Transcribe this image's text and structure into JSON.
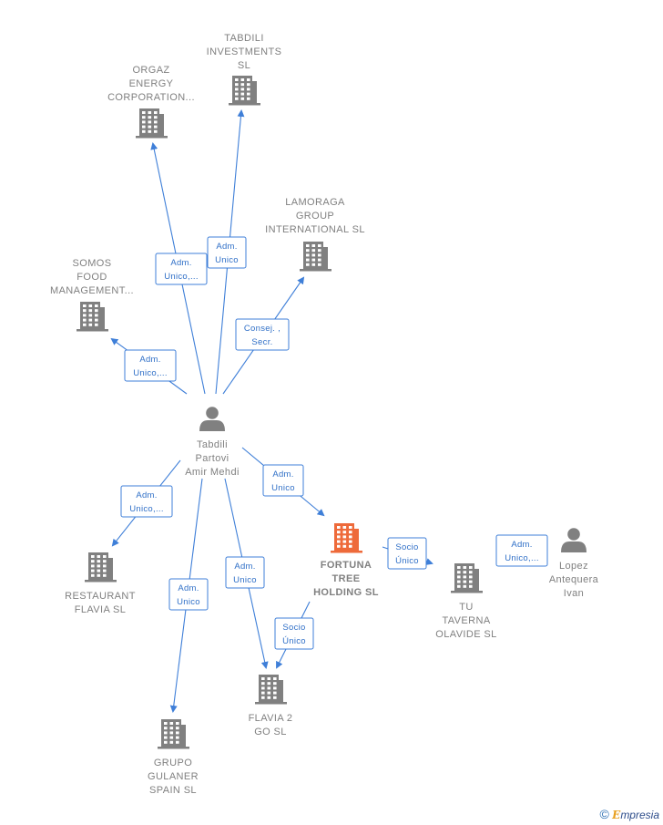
{
  "colors": {
    "edge": "#3f7fd8",
    "node": "#808080",
    "highlight": "#ee6a3a"
  },
  "nodes": [
    {
      "id": "tabdili",
      "kind": "person",
      "icon": "person-icon",
      "lines": [
        "Tabdili",
        "Partovi",
        "Amir Mehdi"
      ]
    },
    {
      "id": "orgaz",
      "kind": "company",
      "icon": "building-icon",
      "lines": [
        "ORGAZ",
        "ENERGY",
        "CORPORATION..."
      ]
    },
    {
      "id": "tabdili_inv",
      "kind": "company",
      "icon": "building-icon",
      "lines": [
        "TABDILI",
        "INVESTMENTS",
        "SL"
      ]
    },
    {
      "id": "lamoraga",
      "kind": "company",
      "icon": "building-icon",
      "lines": [
        "LAMORAGA",
        "GROUP",
        "INTERNATIONAL SL"
      ]
    },
    {
      "id": "somos",
      "kind": "company",
      "icon": "building-icon",
      "lines": [
        "SOMOS",
        "FOOD",
        "MANAGEMENT..."
      ]
    },
    {
      "id": "restaurant",
      "kind": "company",
      "icon": "building-icon",
      "lines": [
        "RESTAURANT",
        "FLAVIA  SL"
      ]
    },
    {
      "id": "fortuna",
      "kind": "company-main",
      "icon": "building-icon",
      "lines": [
        "FORTUNA",
        "TREE",
        "HOLDING  SL"
      ]
    },
    {
      "id": "tu_taverna",
      "kind": "company",
      "icon": "building-icon",
      "lines": [
        "TU",
        "TAVERNA",
        "OLAVIDE  SL"
      ]
    },
    {
      "id": "lopez",
      "kind": "person",
      "icon": "person-icon",
      "lines": [
        "Lopez",
        "Antequera",
        "Ivan"
      ]
    },
    {
      "id": "flavia2go",
      "kind": "company",
      "icon": "building-icon",
      "lines": [
        "FLAVIA 2",
        "GO  SL"
      ]
    },
    {
      "id": "gulaner",
      "kind": "company",
      "icon": "building-icon",
      "lines": [
        "GRUPO",
        "GULANER",
        "SPAIN SL"
      ]
    }
  ],
  "edges": [
    {
      "id": "e_orgaz",
      "lines": [
        "Adm.",
        "Unico,..."
      ]
    },
    {
      "id": "e_tabdili_inv",
      "lines": [
        "Adm.",
        "Unico"
      ]
    },
    {
      "id": "e_lamoraga",
      "lines": [
        "Consej. ,",
        "Secr."
      ]
    },
    {
      "id": "e_somos",
      "lines": [
        "Adm.",
        "Unico,..."
      ]
    },
    {
      "id": "e_restaurant",
      "lines": [
        "Adm.",
        "Unico,..."
      ]
    },
    {
      "id": "e_fortuna",
      "lines": [
        "Adm.",
        "Unico"
      ]
    },
    {
      "id": "e_gulaner",
      "lines": [
        "Adm.",
        "Unico"
      ]
    },
    {
      "id": "e_flavia_direct",
      "lines": [
        "Adm.",
        "Unico"
      ]
    },
    {
      "id": "e_flavia_fortuna",
      "lines": [
        "Socio",
        "Único"
      ]
    },
    {
      "id": "e_taverna",
      "lines": [
        "Socio",
        "Único"
      ]
    },
    {
      "id": "e_lopez",
      "lines": [
        "Adm.",
        "Unico,..."
      ]
    }
  ],
  "brand": {
    "symbol": "©",
    "initial": "E",
    "rest": "mpresia"
  }
}
